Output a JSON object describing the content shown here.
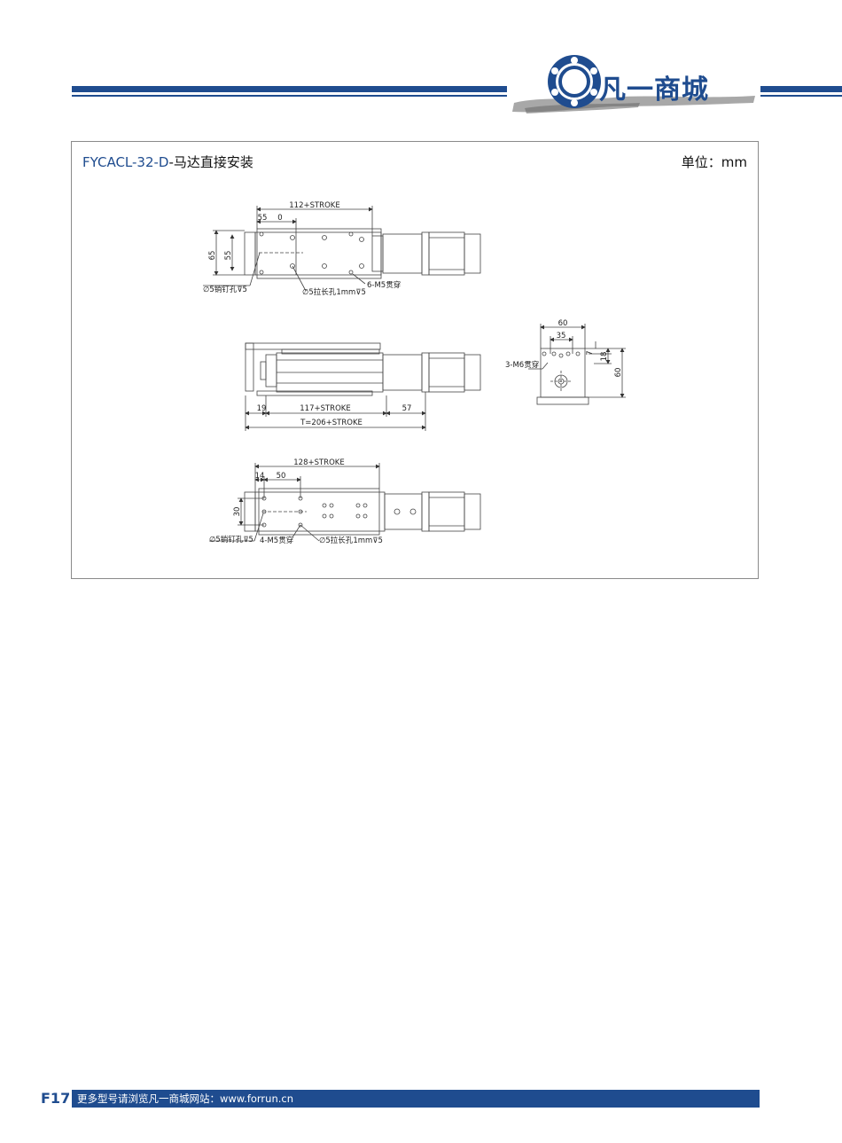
{
  "header": {
    "brand_name": "凡一商城",
    "colors": {
      "brand_blue": "#1f4c8f",
      "brush_gray": "#888888"
    }
  },
  "section": {
    "model": "FYCACL-32-D",
    "subtitle": "-马达直接安装",
    "unit_label": "单位：mm"
  },
  "drawings": {
    "top_view": {
      "dim_length": "112+STROKE",
      "dim_55_top": "55",
      "dim_0": "0",
      "dim_65": "65",
      "dim_55_side": "55",
      "note_pin": "∅5销钉孔⊽5",
      "note_slot": "∅5拉长孔1mm⊽5",
      "note_holes": "6-M5贯穿"
    },
    "side_view": {
      "dim_19": "19",
      "dim_mid": "117+STROKE",
      "dim_57": "57",
      "dim_total": "T=206+STROKE"
    },
    "end_view": {
      "dim_60_top": "60",
      "dim_35": "35",
      "dim_7": "7",
      "dim_18": "18",
      "dim_60_side": "60",
      "note_holes": "3-M6贯穿"
    },
    "bottom_view": {
      "dim_length": "128+STROKE",
      "dim_14": "14",
      "dim_50": "50",
      "dim_30": "30",
      "note_pin": "∅5销钉孔⊽5",
      "note_holes": "4-M5贯穿",
      "note_slot": "∅5拉长孔1mm⊽5"
    }
  },
  "footer": {
    "page_number": "F17",
    "text": "更多型号请浏览凡一商城网站：www.forrun.cn"
  }
}
